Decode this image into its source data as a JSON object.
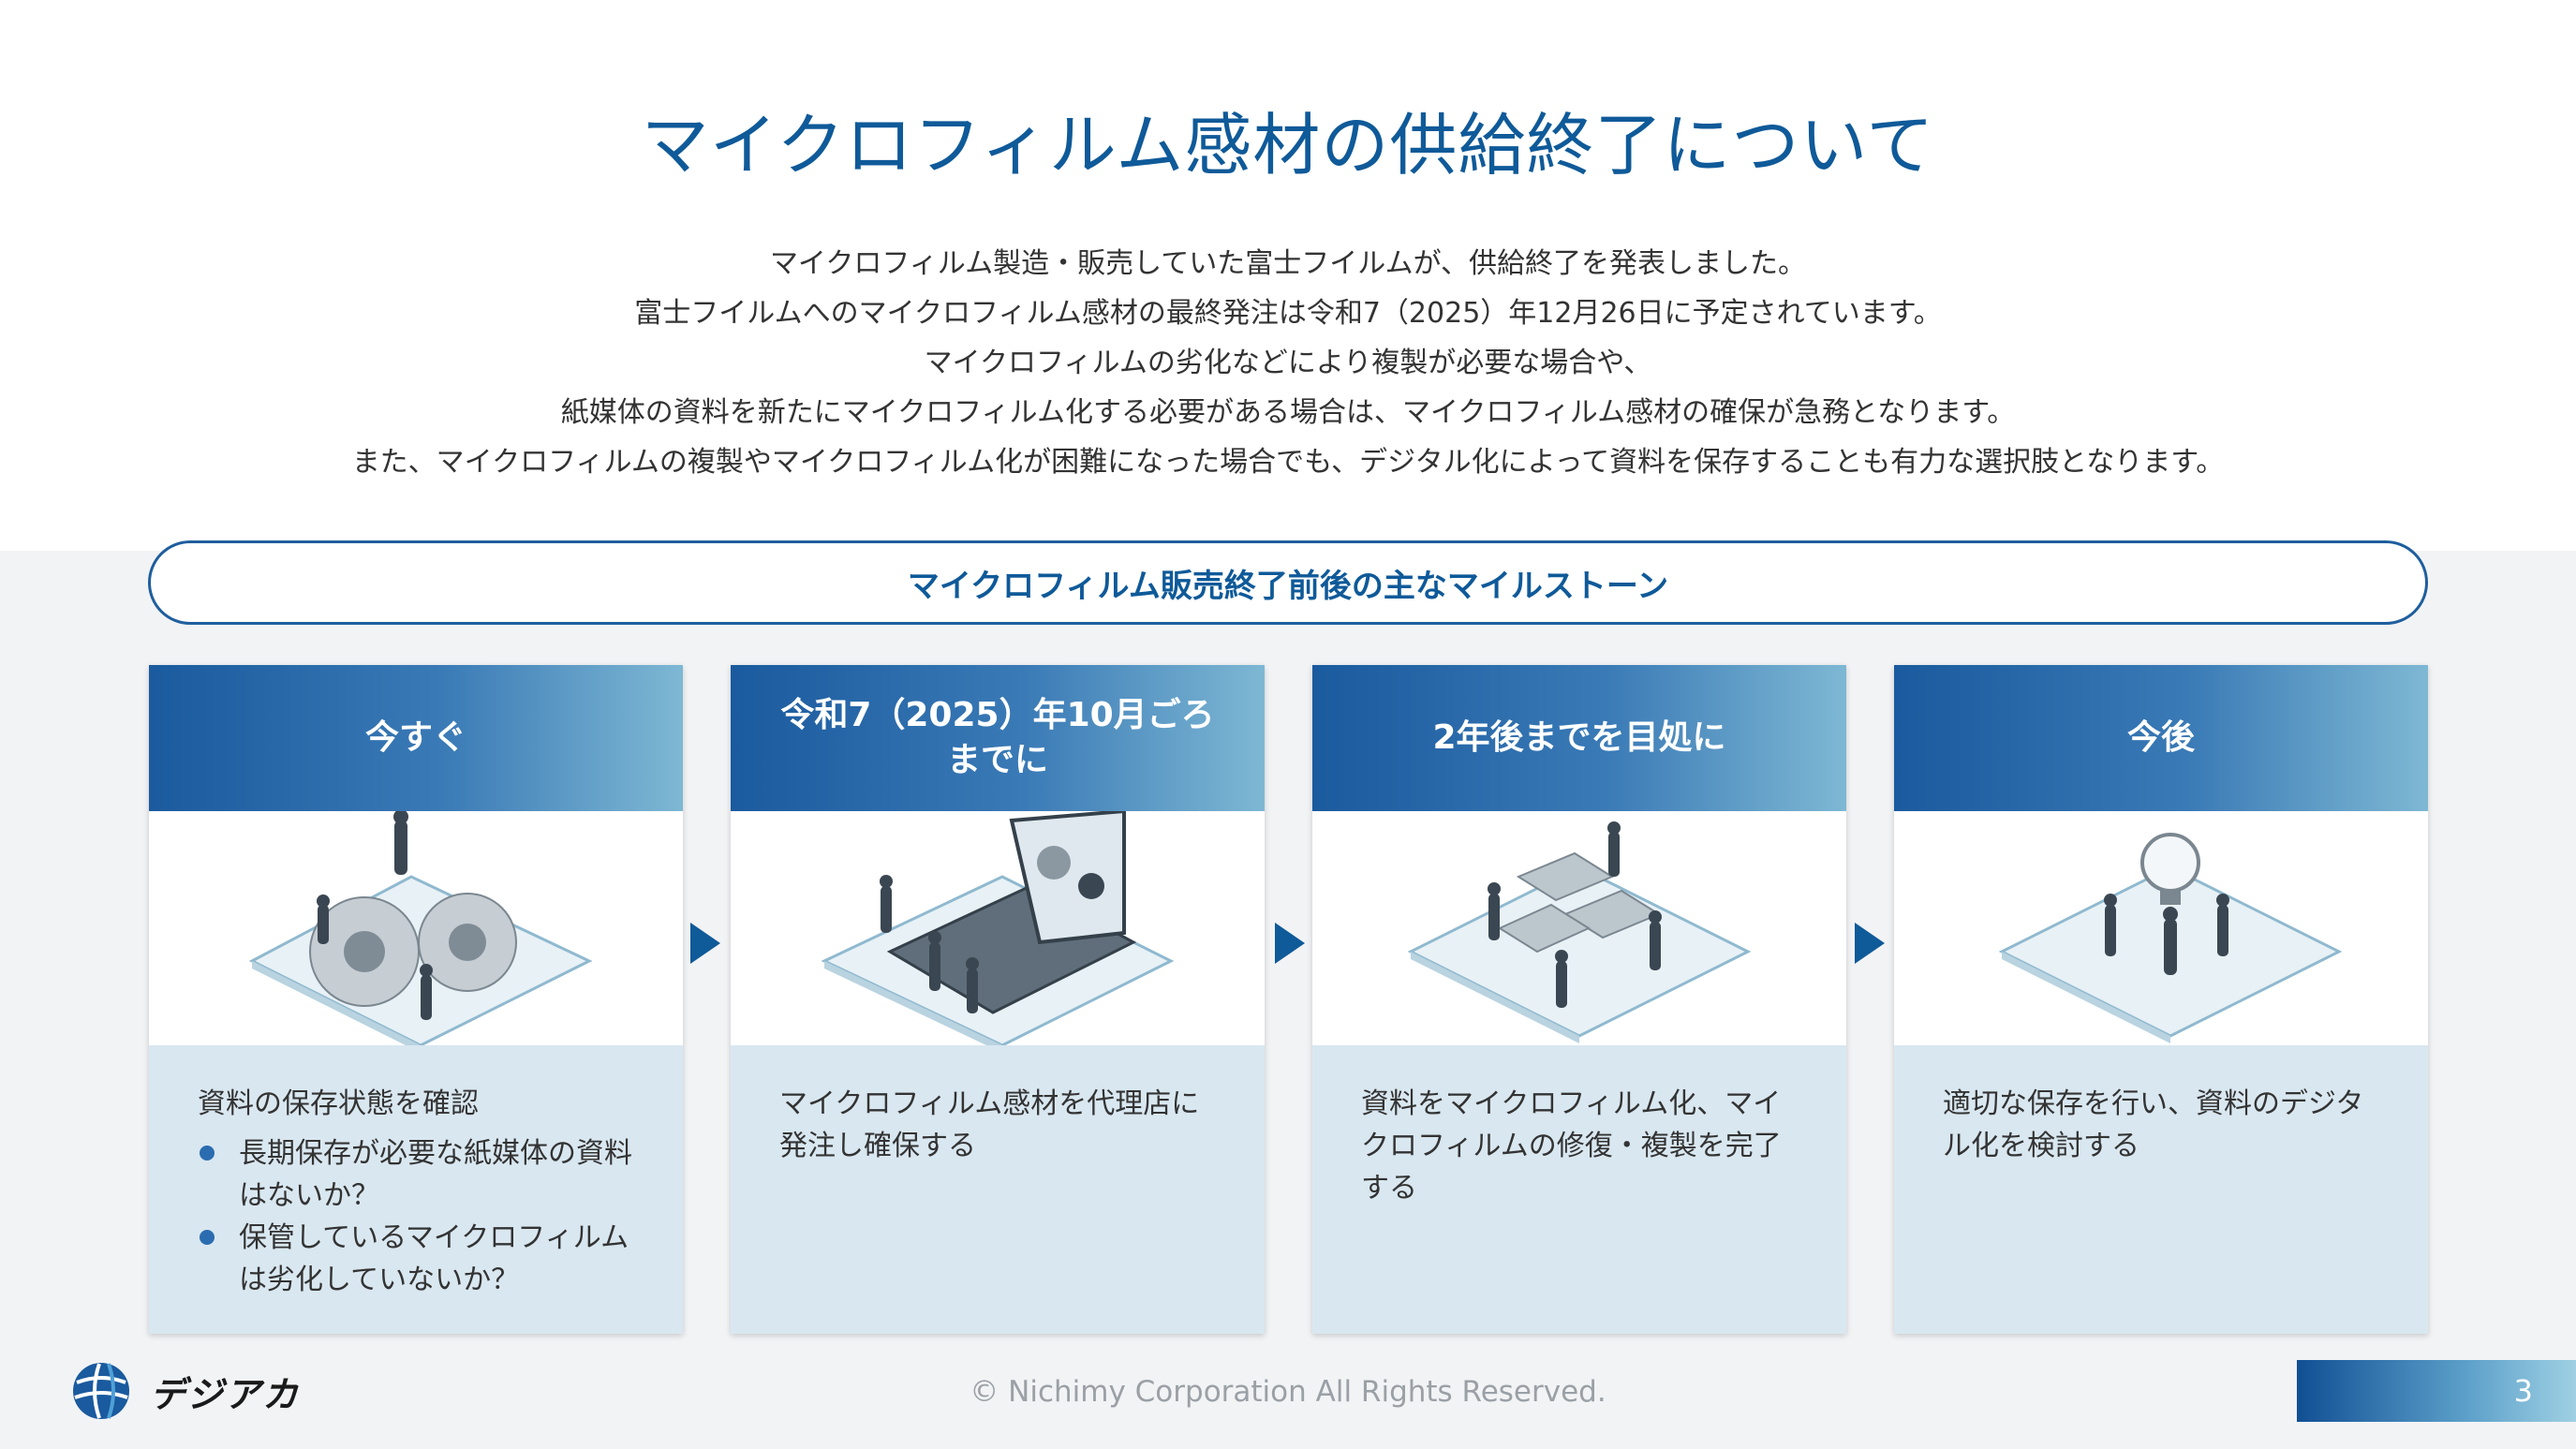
{
  "title": "マイクロフィルム感材の供給終了について",
  "intro": [
    "マイクロフィルム製造・販売していた富士フイルムが、供給終了を発表しました。",
    "富士フイルムへのマイクロフィルム感材の最終発注は令和7（2025）年12月26日に予定されています。",
    "マイクロフィルムの劣化などにより複製が必要な場合や、",
    "紙媒体の資料を新たにマイクロフィルム化する必要がある場合は、マイクロフィルム感材の確保が急務となります。",
    "また、マイクロフィルムの複製やマイクロフィルム化が困難になった場合でも、デジタル化によって資料を保存することも有力な選択肢となります。"
  ],
  "milestone_heading": "マイクロフィルム販売終了前後の主なマイルストーン",
  "columns": [
    {
      "heading": "今すぐ",
      "text": "資料の保存状態を確認",
      "bullets": [
        "長期保存が必要な紙媒体の資料はないか？",
        "保管しているマイクロフィルムは劣化していないか？"
      ]
    },
    {
      "heading_line1": "令和7（2025）年10月ごろ",
      "heading_line2": "までに",
      "text": "マイクロフィルム感材を代理店に発注し確保する"
    },
    {
      "heading": "2年後までを目処に",
      "text": "資料をマイクロフィルム化、マイクロフィルムの修復・複製を完了する"
    },
    {
      "heading": "今後",
      "text": "適切な保存を行い、資料のデジタル化を検討する"
    }
  ],
  "footer": {
    "logo_text": "デジアカ",
    "copyright": "© Nichimy Corporation All Rights Reserved.",
    "page_number": "3"
  },
  "colors": {
    "primary": "#0f5a99",
    "band": "#f2f3f5",
    "card_body": "#d9e7f0"
  }
}
